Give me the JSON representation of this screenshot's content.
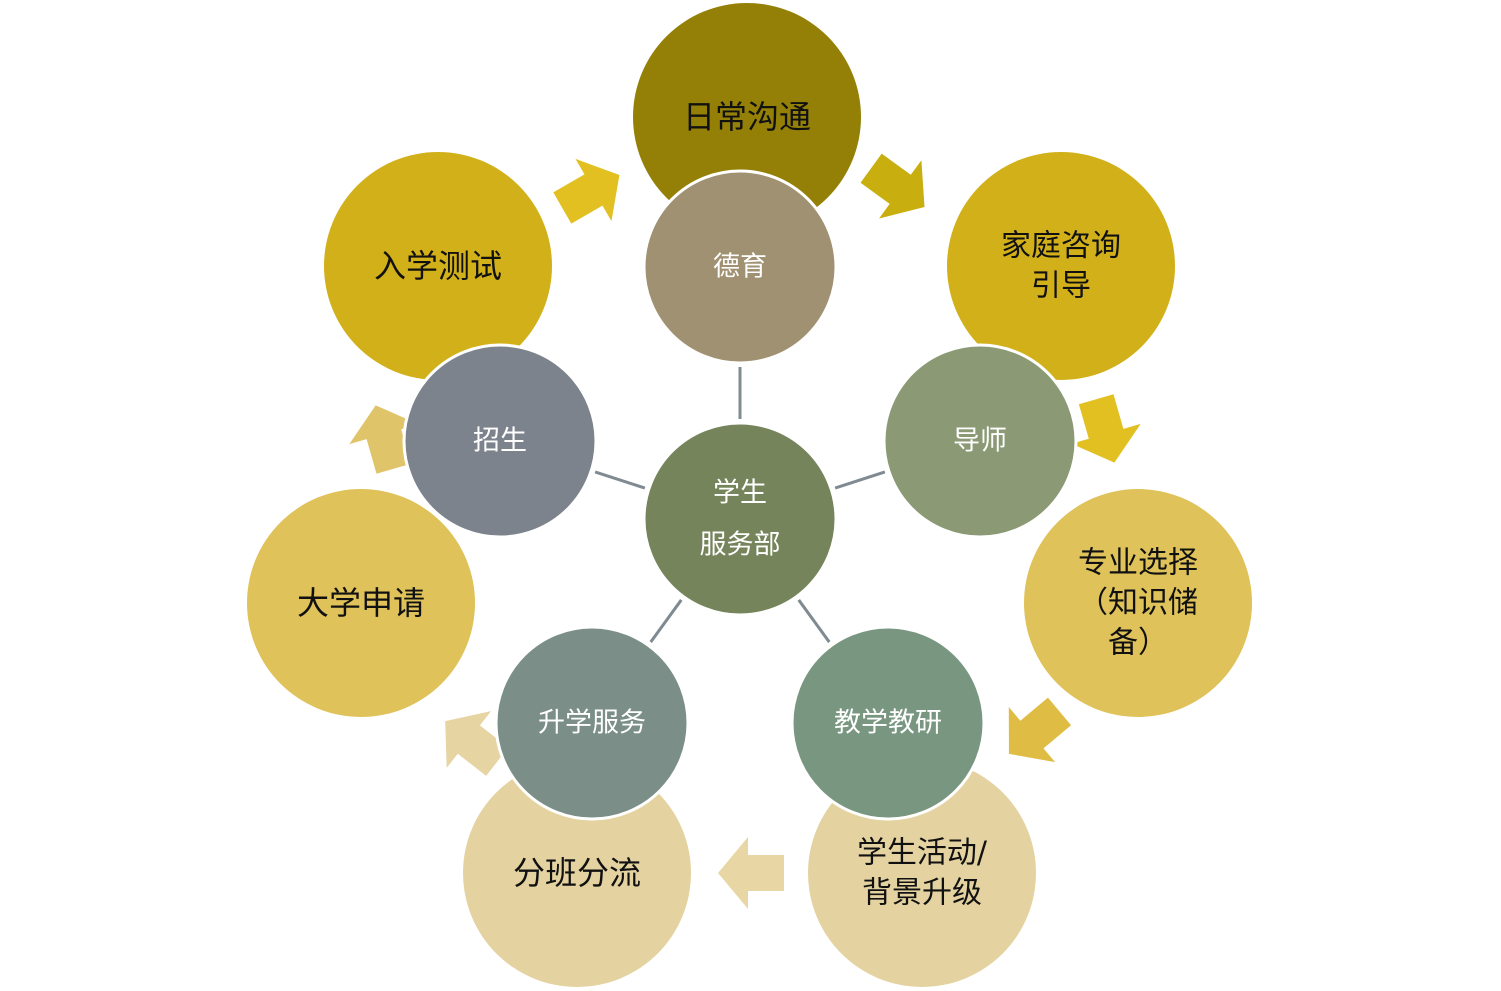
{
  "center": {
    "lines": [
      "学生",
      "服务部"
    ],
    "color": "#76845c"
  },
  "connector_color": "#7f8a91",
  "inner_nodes": [
    {
      "id": "deyu",
      "lines": [
        "德育"
      ],
      "color": "#9f9171"
    },
    {
      "id": "daoshi",
      "lines": [
        "导师"
      ],
      "color": "#8b9a75"
    },
    {
      "id": "jiaoxue",
      "lines": [
        "教学教研"
      ],
      "color": "#799681"
    },
    {
      "id": "shengxue",
      "lines": [
        "升学服务"
      ],
      "color": "#7b8e88"
    },
    {
      "id": "zhaosheng",
      "lines": [
        "招生"
      ],
      "color": "#7d838d"
    }
  ],
  "outer_nodes": [
    {
      "id": "daily",
      "lines": [
        "日常沟通"
      ],
      "color": "#948006"
    },
    {
      "id": "family",
      "lines": [
        "家庭咨询",
        "引导"
      ],
      "color": "#d2b01a"
    },
    {
      "id": "major",
      "lines": [
        "专业选择",
        "（知识储",
        "备）"
      ],
      "color": "#dfc259"
    },
    {
      "id": "activity",
      "lines": [
        "学生活动/",
        "背景升级"
      ],
      "color": "#e4d3a0"
    },
    {
      "id": "class",
      "lines": [
        "分班分流"
      ],
      "color": "#e4d3a0"
    },
    {
      "id": "apply",
      "lines": [
        "大学申请"
      ],
      "color": "#dfc259"
    },
    {
      "id": "test",
      "lines": [
        "入学测试"
      ],
      "color": "#d2b01a"
    }
  ],
  "arrows": [
    {
      "id": "arrow-1",
      "color": "#e2c021"
    },
    {
      "id": "arrow-2",
      "color": "#c9ae10"
    },
    {
      "id": "arrow-3",
      "color": "#e2c021"
    },
    {
      "id": "arrow-4",
      "color": "#dfbd44"
    },
    {
      "id": "arrow-5",
      "color": "#e8d7a5"
    },
    {
      "id": "arrow-6",
      "color": "#e6d4a3"
    },
    {
      "id": "arrow-7",
      "color": "#dfc46a"
    }
  ]
}
